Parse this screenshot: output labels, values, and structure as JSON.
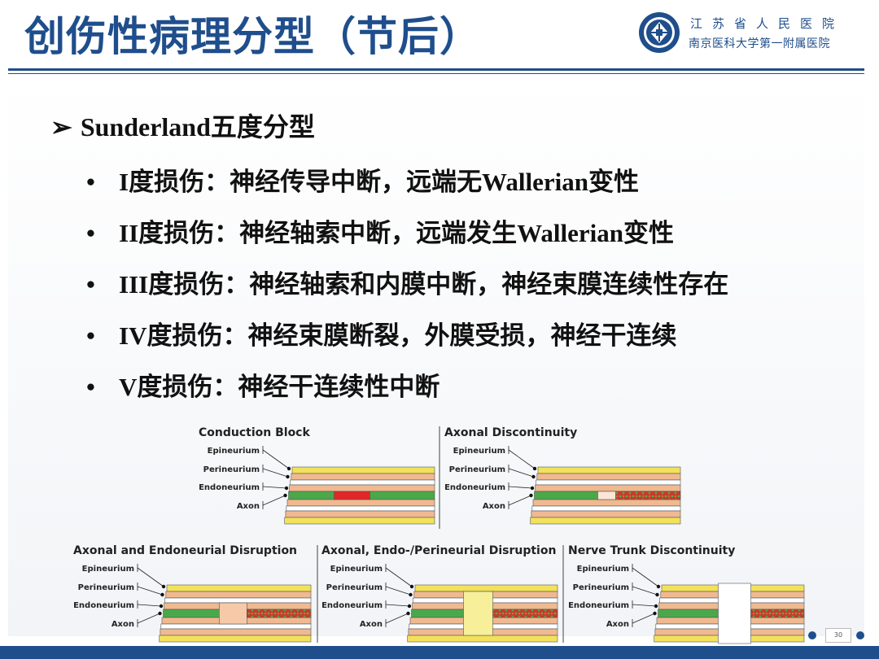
{
  "slide": {
    "title": "创伤性病理分型（节后）",
    "hospital_line1": "江苏省人民医院",
    "hospital_line2": "南京医科大学第一附属医院",
    "heading": "Sunderland五度分型",
    "heading_arrow": "➢",
    "bullet_glyph": "•",
    "bullets": [
      "I度损伤：神经传导中断，远端无Wallerian变性",
      "II度损伤：神经轴索中断，远端发生Wallerian变性",
      "III度损伤：神经轴索和内膜中断，神经束膜连续性存在",
      "IV度损伤：神经束膜断裂，外膜受损，神经干连续",
      "V度损伤：神经干连续性中断"
    ],
    "page_number": "30"
  },
  "diagrams": [
    {
      "title": "Conduction Block",
      "labels": [
        "Epineurium",
        "Perineurium",
        "Endoneurium",
        "Axon"
      ]
    },
    {
      "title": "Axonal Discontinuity",
      "labels": [
        "Epineurium",
        "Perineurium",
        "Endoneurium",
        "Axon"
      ]
    },
    {
      "title": "Axonal and Endoneurial Disruption",
      "labels": [
        "Epineurium",
        "Perineurium",
        "Endoneurium",
        "Axon"
      ]
    },
    {
      "title": "Axonal, Endo-/Perineurial Disruption",
      "labels": [
        "Epineurium",
        "Perineurium",
        "Endoneurium",
        "Axon"
      ]
    },
    {
      "title": "Nerve Trunk Discontinuity",
      "labels": [
        "Epineurium",
        "Perineurium",
        "Endoneurium",
        "Axon"
      ]
    }
  ],
  "colors": {
    "brand_blue": "#1f4e8c",
    "epineurium_yellow": "#f2e15b",
    "perineurium_tan": "#f0b98f",
    "axon_green": "#4aa84a",
    "block_red": "#e2262a",
    "degeneration_red": "#c83a2a",
    "degeneration_green": "#5aa84a"
  },
  "icons": {
    "logo": "hospital-seal-icon",
    "nav_prev": "circle-dot-icon",
    "nav_next": "circle-dot-icon"
  }
}
